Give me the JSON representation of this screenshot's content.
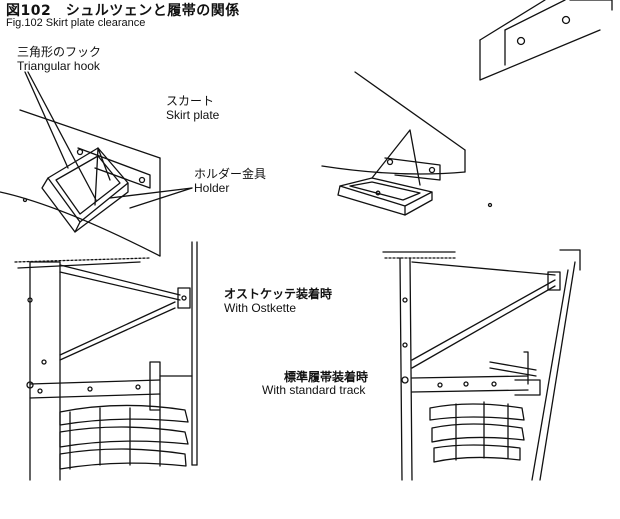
{
  "figure": {
    "title_jp": "図102　シュルツェンと履帯の関係",
    "title_en": "Fig.102  Skirt plate clearance"
  },
  "labels": {
    "hook_jp": "三角形のフック",
    "hook_en": "Triangular hook",
    "skirt_jp": "スカート",
    "skirt_en": "Skirt plate",
    "holder_jp": "ホルダー金具",
    "holder_en": "Holder",
    "ostkette_jp": "オストケッテ装着時",
    "ostkette_en": "With Ostkette",
    "standard_jp": "標準履帯装着時",
    "standard_en": "With standard track"
  }
}
